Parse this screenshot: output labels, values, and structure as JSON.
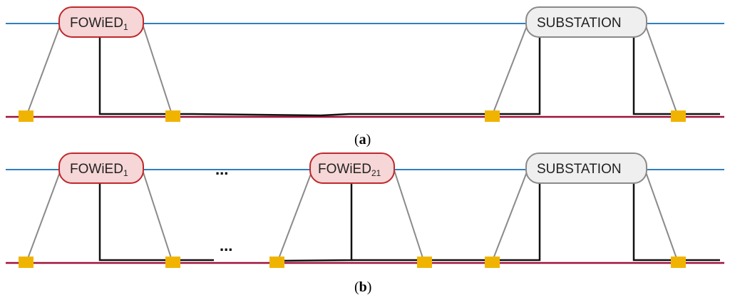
{
  "panel_a": {
    "caption_open": "(",
    "caption_letter": "a",
    "caption_close": ")",
    "nodes": [
      {
        "id": "fowied1",
        "name": "FOWiED",
        "subscript": "1",
        "style": "turbine"
      },
      {
        "id": "substation",
        "name": "SUBSTATION",
        "subscript": "",
        "style": "substation"
      }
    ]
  },
  "panel_b": {
    "caption_open": "(",
    "caption_letter": "b",
    "caption_close": ")",
    "ellipsis_top": "...",
    "ellipsis_bottom": "...",
    "nodes": [
      {
        "id": "fowied1",
        "name": "FOWiED",
        "subscript": "1",
        "style": "turbine"
      },
      {
        "id": "fowied21",
        "name": "FOWiED",
        "subscript": "21",
        "style": "turbine"
      },
      {
        "id": "substation",
        "name": "SUBSTATION",
        "subscript": "",
        "style": "substation"
      }
    ]
  },
  "colors": {
    "blue_line": "#2f7fc1",
    "red_line": "#a0123a",
    "black_line": "#111111",
    "connector_gray": "#8a8a8a",
    "connector_square": "#f0b400",
    "turbine_fill": "#f6d6d6",
    "turbine_stroke": "#c0282c",
    "substation_fill": "#efefef",
    "substation_stroke": "#8a8a8a"
  }
}
